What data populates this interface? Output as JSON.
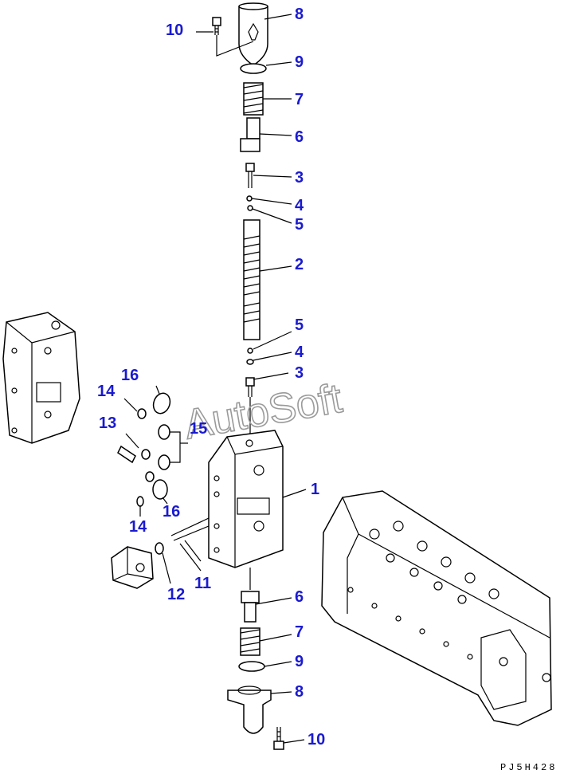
{
  "labels": {
    "l1": "1",
    "l2": "2",
    "l3a": "3",
    "l3b": "3",
    "l4a": "4",
    "l4b": "4",
    "l5a": "5",
    "l5b": "5",
    "l6a": "6",
    "l6b": "6",
    "l7a": "7",
    "l7b": "7",
    "l8a": "8",
    "l8b": "8",
    "l9a": "9",
    "l9b": "9",
    "l10a": "10",
    "l10b": "10",
    "l11": "11",
    "l12": "12",
    "l13": "13",
    "l14a": "14",
    "l14b": "14",
    "l15": "15",
    "l16a": "16",
    "l16b": "16"
  },
  "watermark": "AutoSoft",
  "drawing_code": "PJ5H428",
  "colors": {
    "label": "#1a1ad0",
    "line": "#000000",
    "watermark": "#9a9a9a"
  }
}
